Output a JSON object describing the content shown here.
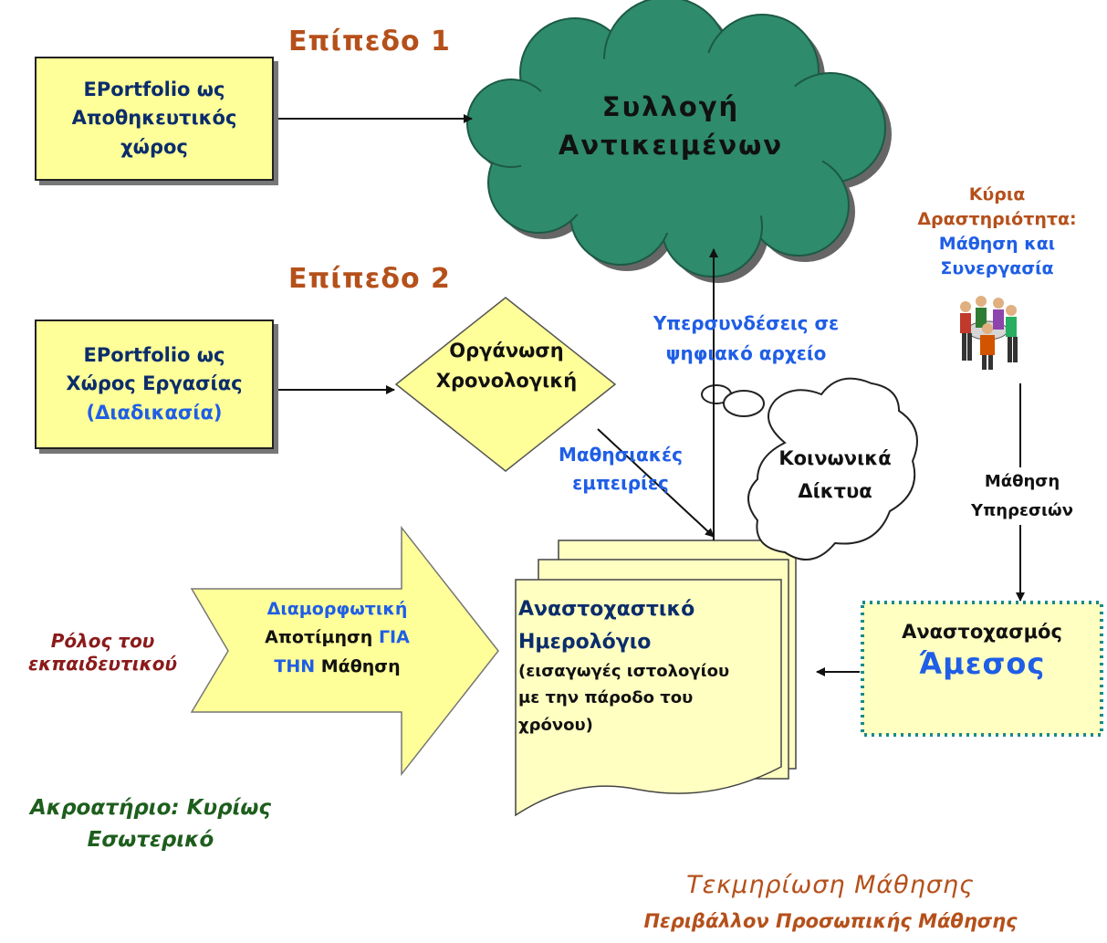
{
  "level1": {
    "label": "Επίπεδο 1"
  },
  "level2": {
    "label": "Επίπεδο 2"
  },
  "box_storage": {
    "line1": "EPortfolio ως",
    "line2": "Αποθηκευτικός",
    "line3": "χώρος"
  },
  "box_workspace": {
    "line1": "EPortfolio ως",
    "line2": "Χώρος Εργασίας",
    "line3": "(Διαδικασία)"
  },
  "cloud_collection": {
    "line1": "Συλλογή",
    "line2": "Αντικειμένων"
  },
  "diamond": {
    "line1": "Οργάνωση",
    "line2": "Χρονολογική"
  },
  "hyperlinks": {
    "line1": "Υπερσυνδέσεις σε",
    "line2": "ψηφιακό αρχείο"
  },
  "learning_exp": {
    "line1": "Μαθησιακές",
    "line2": "εμπειρίες"
  },
  "social_cloud": {
    "line1": "Κοινωνικά",
    "line2": "Δίκτυα"
  },
  "main_activity": {
    "line1": "Κύρια",
    "line2": "Δραστηριότητα:",
    "line3": "Μάθηση και",
    "line4": "Συνεργασία"
  },
  "service_learning": {
    "line1": "Μάθηση",
    "line2": "Υπηρεσιών"
  },
  "reflection_box": {
    "line1": "Αναστοχασμός",
    "line2": "Άμεσος"
  },
  "journal": {
    "line1": "Αναστοχαστικό",
    "line2": "Ημερολόγιο",
    "line3": "(εισαγωγές ιστολογίου",
    "line4": "με την πάροδο του",
    "line5": "χρόνου)"
  },
  "arrow_assessment": {
    "w1": "Διαμορφωτική",
    "w2": "Αποτίμηση",
    "w3": "ΓΙΑ",
    "w4": "ΤΗΝ",
    "w5": "Μάθηση"
  },
  "teacher_role": {
    "line1": "Ρόλος του",
    "line2": "εκπαιδευτικού"
  },
  "audience": {
    "line1": "Ακροατήριο: Κυρίως",
    "line2": "Εσωτερικό"
  },
  "footer": {
    "title": "Τεκμηρίωση Μάθησης",
    "subtitle": "Περιβάλλον Προσωπικής Μάθησης"
  },
  "colors": {
    "box_fill": "#ffff99",
    "cloud_green": "#2e8b6b",
    "navy": "#0b2d6b",
    "blue": "#1f5ee6",
    "brown": "#b5501b",
    "maroon": "#8b1a1a",
    "green": "#1d5e1d",
    "dotted_border": "#1a8a8a"
  },
  "icons": {
    "group": "people-meeting-icon"
  }
}
